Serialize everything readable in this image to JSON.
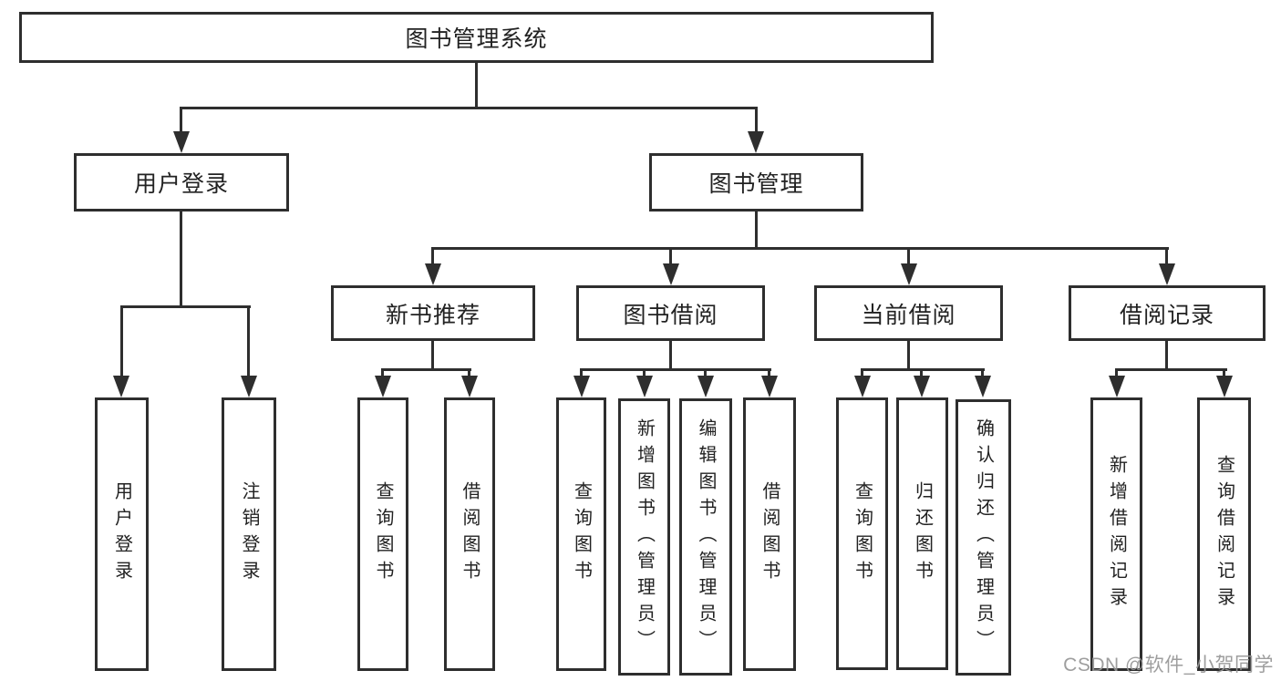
{
  "root": {
    "label": "图书管理系统"
  },
  "tree": {
    "user_login": {
      "label": "用户登录",
      "children": [
        {
          "label": "用户登录"
        },
        {
          "label": "注销登录"
        }
      ]
    },
    "book_mgmt": {
      "label": "图书管理",
      "children": [
        {
          "label": "新书推荐",
          "children": [
            {
              "label": "查询图书"
            },
            {
              "label": "借阅图书"
            }
          ]
        },
        {
          "label": "图书借阅",
          "children": [
            {
              "label": "查询图书"
            },
            {
              "label": "新增图书（管理员）"
            },
            {
              "label": "编辑图书（管理员）"
            },
            {
              "label": "借阅图书"
            }
          ]
        },
        {
          "label": "当前借阅",
          "children": [
            {
              "label": "查询图书"
            },
            {
              "label": "归还图书"
            },
            {
              "label": "确认归还（管理员）"
            }
          ]
        },
        {
          "label": "借阅记录",
          "children": [
            {
              "label": "新增借阅记录"
            },
            {
              "label": "查询借阅记录"
            }
          ]
        }
      ]
    }
  },
  "watermark": {
    "text": "CSDN @软件_小贺同学"
  },
  "colors": {
    "background": "#ffffff",
    "box_fill": "#ffffff",
    "box_border": "#2e2e2e",
    "connector": "#2e2e2e",
    "text": "#222222",
    "watermark": "#969696"
  }
}
